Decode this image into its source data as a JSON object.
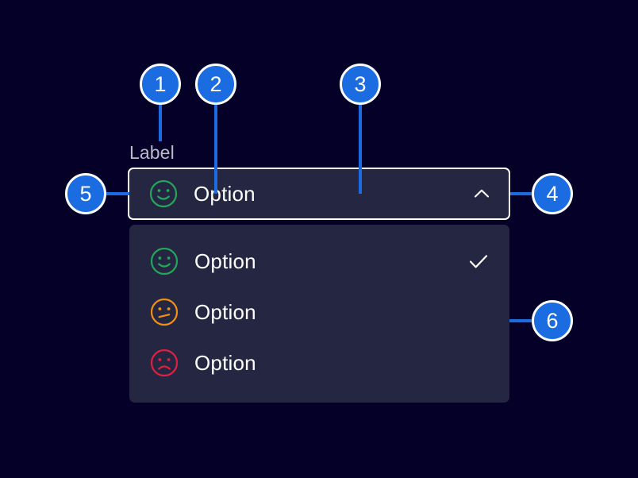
{
  "page": {
    "background_color": "#050028",
    "title": "Select component annotation"
  },
  "field": {
    "label": "Label",
    "selected_value": "Option",
    "selected_icon": "face-happy-icon",
    "expanded": true,
    "border_color": "#ffffff",
    "fill_color": "#252642",
    "chevron_icon": "chevron-up-icon"
  },
  "dropdown": {
    "fill_color": "#252642",
    "options": [
      {
        "label": "Option",
        "icon": "face-happy-icon",
        "icon_color": "#22a75a",
        "selected": true,
        "check_icon": "check-icon"
      },
      {
        "label": "Option",
        "icon": "face-neutral-icon",
        "icon_color": "#f29111",
        "selected": false,
        "check_icon": ""
      },
      {
        "label": "Option",
        "icon": "face-sad-icon",
        "icon_color": "#e02040",
        "selected": false,
        "check_icon": ""
      }
    ]
  },
  "callouts": {
    "accent_color": "#1b6ce0",
    "ring_color": "#ffffff",
    "items": [
      {
        "number": "1",
        "target": "field-label"
      },
      {
        "number": "2",
        "target": "selected-option-icon"
      },
      {
        "number": "3",
        "target": "select-control-area"
      },
      {
        "number": "4",
        "target": "chevron-up-icon"
      },
      {
        "number": "5",
        "target": "select-control-left-edge"
      },
      {
        "number": "6",
        "target": "dropdown-menu"
      }
    ]
  }
}
